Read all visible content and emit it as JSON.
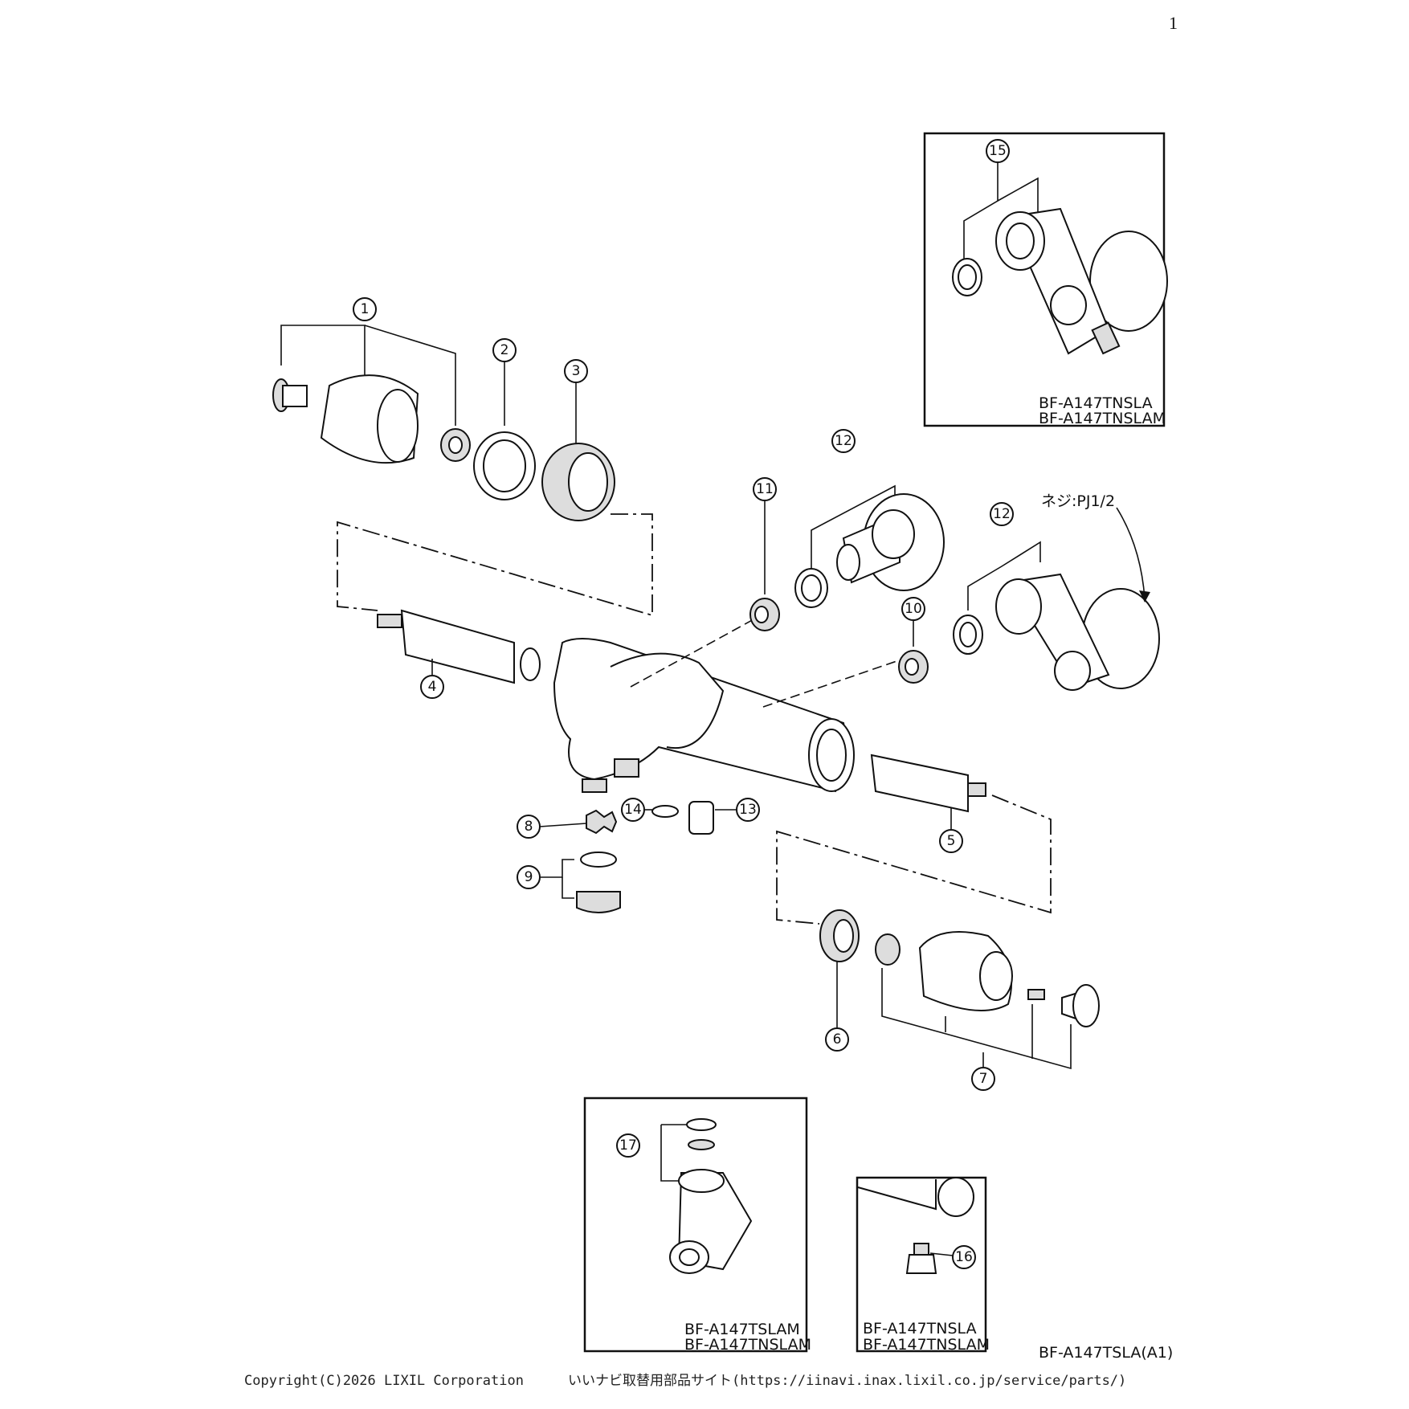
{
  "page_number": "1",
  "callouts": [
    "1",
    "2",
    "3",
    "4",
    "5",
    "6",
    "7",
    "8",
    "9",
    "10",
    "11",
    "12",
    "12",
    "13",
    "14",
    "15",
    "16",
    "17"
  ],
  "thread_note": "ネジ:PJ1/2",
  "inset_15": {
    "models": [
      "BF-A147TNSLA",
      "BF-A147TNSLAM"
    ]
  },
  "inset_17": {
    "models": [
      "BF-A147TSLAM",
      "BF-A147TNSLAM"
    ]
  },
  "inset_16": {
    "models": [
      "BF-A147TNSLA",
      "BF-A147TNSLAM"
    ]
  },
  "model_code": "BF-A147TSLA(A1)",
  "footer": {
    "copyright": "Copyright(C)2026 LIXIL Corporation",
    "site": "いいナビ取替用部品サイト(https://iinavi.inax.lixil.co.jp/service/parts/)"
  }
}
